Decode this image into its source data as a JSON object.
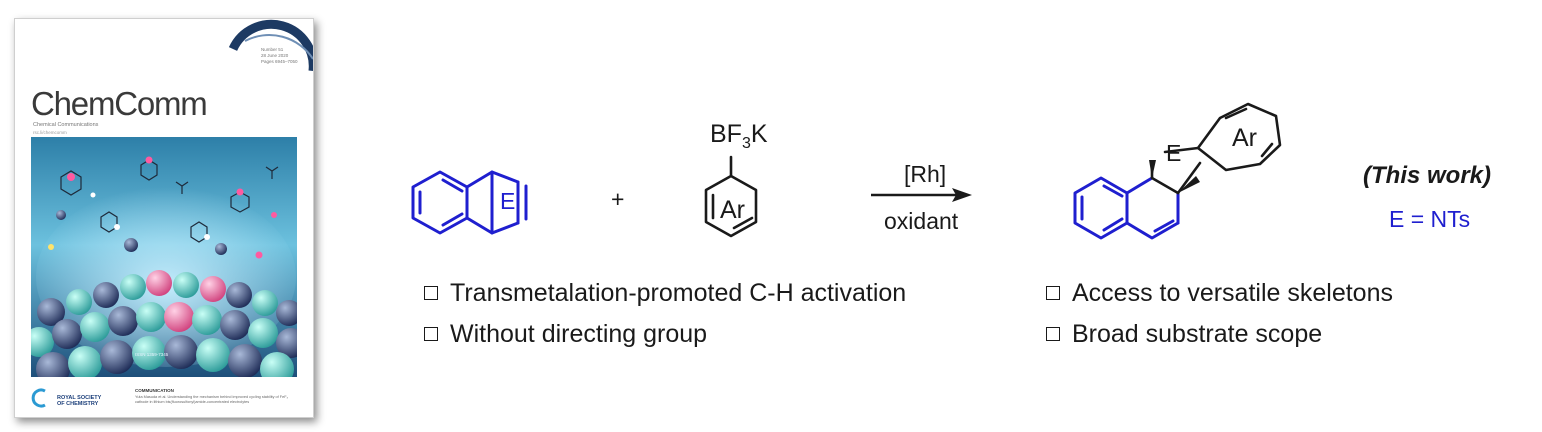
{
  "cover": {
    "journal_title": "ChemComm",
    "subtitle": "Chemical Communications",
    "url": "rsc.li/chemcomm",
    "issue_lines": [
      "Number 51",
      "28 June 2020",
      "Pages 6945–7050"
    ],
    "issn": "ISSN 1359-7345",
    "publisher_line1": "ROYAL SOCIETY",
    "publisher_line2": "OF CHEMISTRY",
    "article_type": "COMMUNICATION",
    "article_text": "Yuta Masuda et al. Understanding the mechanism behind improved cycling stability of FeF₃ cathode in lithium bis(fluorosulfonyl)amide-concentrated electrolytes"
  },
  "scheme": {
    "bridge_atom": "E",
    "reagent_group": "BF",
    "reagent_sub": "3",
    "reagent_tail": "K",
    "aryl_label": "Ar",
    "plus": "+",
    "catalyst": "[Rh]",
    "oxidant": "oxidant",
    "product_atom": "E",
    "product_aryl": "Ar",
    "this_work": "(This work)",
    "definition": "E = NTs"
  },
  "features": [
    "Transmetalation-promoted C-H activation",
    "Without directing group",
    "Access to versatile skeletons",
    "Broad substrate scope"
  ],
  "colors": {
    "structure_blue": "#1f1fcf",
    "structure_black": "#1a1a1a"
  }
}
